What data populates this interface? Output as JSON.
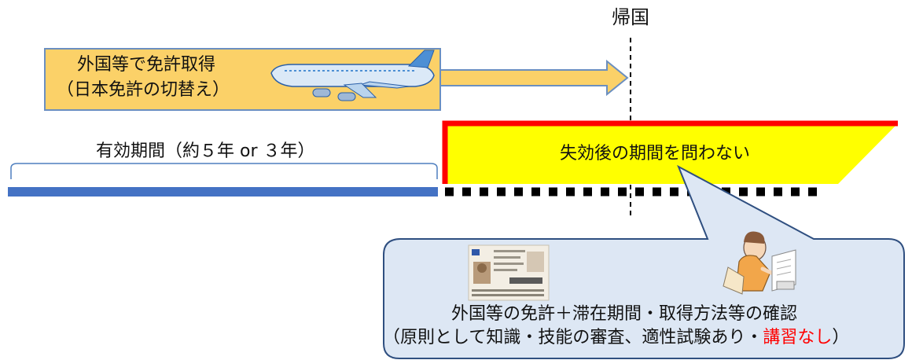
{
  "return_label": "帰国",
  "abroad_box": {
    "line1": "外国等で免許取得",
    "line2": "（日本免許の切替え）"
  },
  "validity_label": "有効期間（約５年 or ３年）",
  "expired_label": "失効後の期間を問わない",
  "callout": {
    "line1": "外国等の免許＋滞在期間・取得方法等の確認",
    "line2_prefix": "（原則として知識・技能の審査、適性試験あり・",
    "line2_highlight": "講習なし",
    "line2_suffix": "）"
  },
  "icons": [
    "airplane-icon",
    "license-card-icon",
    "person-writing-icon"
  ],
  "colors": {
    "abroad_fill": "#fbd168",
    "timeline_blue": "#4472c4",
    "expired_fill": "#ffff00",
    "expired_border": "#ff0000",
    "callout_fill": "#dde7f4",
    "callout_border": "#2f4f80",
    "highlight_text": "#ff0000"
  }
}
